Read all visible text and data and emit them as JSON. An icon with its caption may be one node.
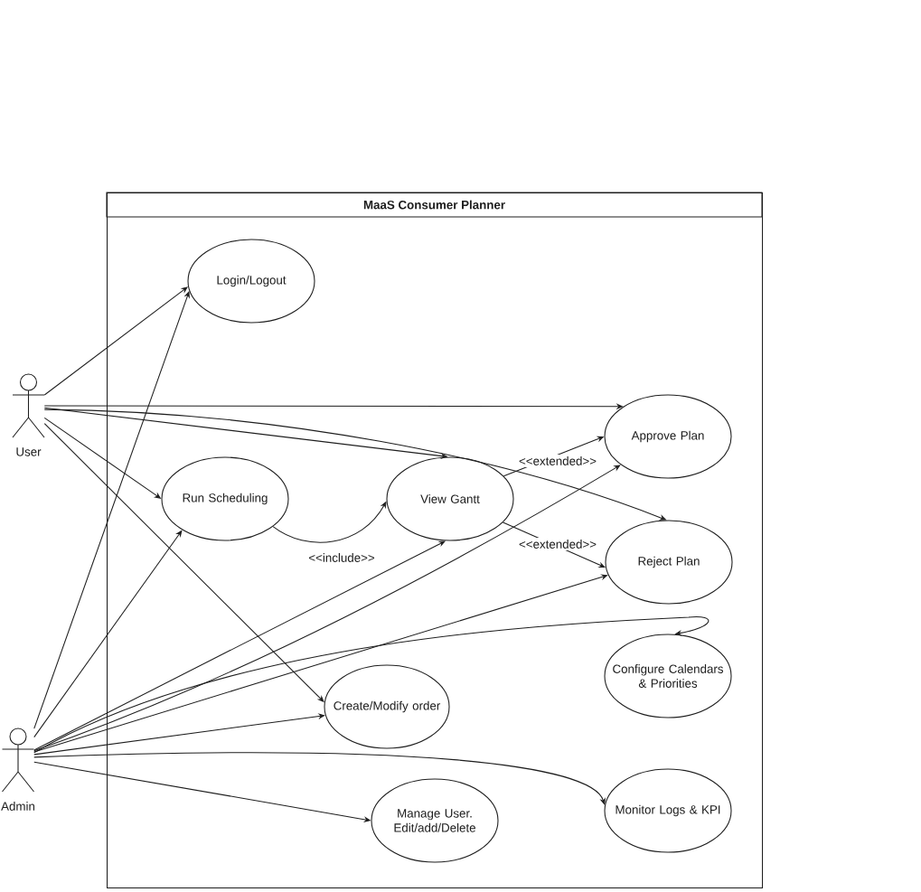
{
  "diagram": {
    "nodes": [
      {
        "text": [
          "MaaS Consumer Planner"
        ]
      },
      {
        "text": [
          "User"
        ]
      },
      {
        "text": [
          "Admin"
        ]
      },
      {
        "text": [
          "Login/Logout"
        ],
        "in": 0
      },
      {
        "text": [
          "Run Scheduling"
        ],
        "in": 0
      },
      {
        "text": [
          "View Gantt"
        ],
        "in": 0
      },
      {
        "text": [
          "Approve Plan"
        ],
        "in": 0
      },
      {
        "text": [
          "Reject Plan"
        ],
        "in": 0
      },
      {
        "text": [
          "Configure Calendars & Priorities"
        ],
        "in": 0
      },
      {
        "text": [
          "Create/Modify order"
        ],
        "in": 0
      },
      {
        "text": [
          "Manage User. Edit/add/Delete"
        ],
        "in": 0
      },
      {
        "text": [
          "Monitor Logs & KPI"
        ],
        "in": 0
      }
    ],
    "edges": [
      {
        "from": 1,
        "to": 3,
        "arrow": "to"
      },
      {
        "from": 1,
        "to": 6,
        "arrow": "to"
      },
      {
        "from": 1,
        "to": 5,
        "arrow": "to"
      },
      {
        "from": 1,
        "to": 7,
        "arrow": "to"
      },
      {
        "from": 1,
        "to": 4,
        "arrow": "to"
      },
      {
        "from": 1,
        "to": 9,
        "arrow": "to"
      },
      {
        "from": 2,
        "to": 3,
        "arrow": "to"
      },
      {
        "from": 2,
        "to": 4,
        "arrow": "to"
      },
      {
        "from": 2,
        "to": 5,
        "arrow": "to"
      },
      {
        "from": 2,
        "to": 6,
        "arrow": "to"
      },
      {
        "from": 2,
        "to": 7,
        "arrow": "to"
      },
      {
        "from": 2,
        "to": 8,
        "arrow": "to"
      },
      {
        "from": 2,
        "to": 9,
        "arrow": "to"
      },
      {
        "from": 2,
        "to": 11,
        "arrow": "to"
      },
      {
        "from": 2,
        "to": 10,
        "arrow": "to"
      },
      {
        "from": 4,
        "to": 5,
        "arrow": "to",
        "label": "<<include>>"
      },
      {
        "from": 5,
        "to": 6,
        "arrow": "to",
        "label": "<<extended>>"
      },
      {
        "from": 5,
        "to": 7,
        "arrow": "to",
        "label": "<<extended>>"
      }
    ]
  }
}
